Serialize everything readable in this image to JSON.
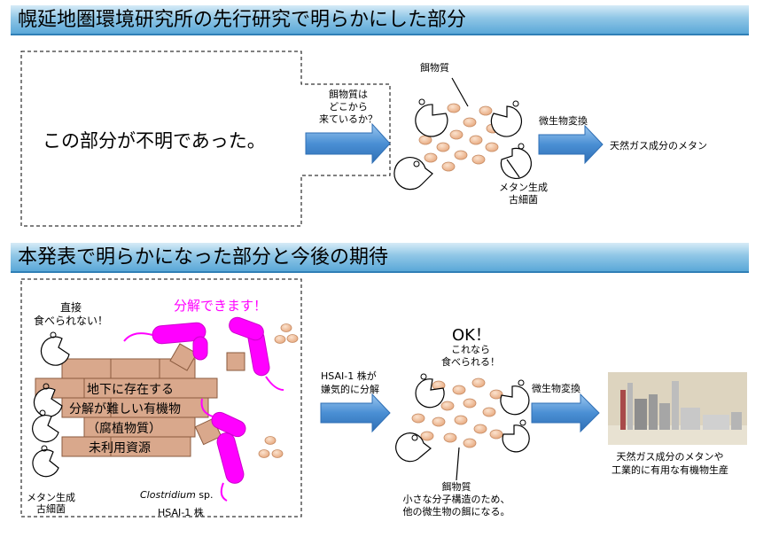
{
  "top_section": {
    "title": "幌延地圏環境研究所の先行研究で明らかにした部分",
    "unknown_box_text": "この部分が不明であった。",
    "arrow1_label": [
      "餌物質は",
      "どこから",
      "来ているか？"
    ],
    "food_label": "餌物質",
    "archaea_label": [
      "メタン生成",
      "古細菌"
    ],
    "microbial_conversion_label": "微生物変換",
    "result_label": "天然ガス成分のメタン"
  },
  "bottom_section": {
    "title": "本発表で明らかになった部分と今後の期待",
    "cannot_eat_label": [
      "直接",
      "食べられない！"
    ],
    "decompose_label": "分解できます！",
    "brick_lines": [
      "地下に存在する",
      "分解が難しい有機物",
      "（腐植物質）",
      "未利用資源"
    ],
    "archaea_label": [
      "メタン生成",
      "古細菌"
    ],
    "species_italic": "Clostridium",
    "species_sp": " sp.",
    "strain_label": "HSAI-1 株",
    "arrow_label": [
      "HSAI-1 株が",
      "嫌気的に分解"
    ],
    "ok_label": "OK！",
    "can_eat_label": [
      "これなら",
      "食べられる！"
    ],
    "food_label": [
      "餌物質",
      "小さな分子構造のため、",
      "他の微生物の餌になる。"
    ],
    "microbial_conversion_label": "微生物変換",
    "result_label": [
      "天然ガス成分のメタンや",
      "工業的に有用な有機物生産"
    ]
  },
  "colors": {
    "banner_accent": "#5aa8d8",
    "arrow_blue": "#4a8fd4",
    "particle": "#f2c9a8",
    "brick": "#d9a88c",
    "magenta": "#ff00ff"
  }
}
